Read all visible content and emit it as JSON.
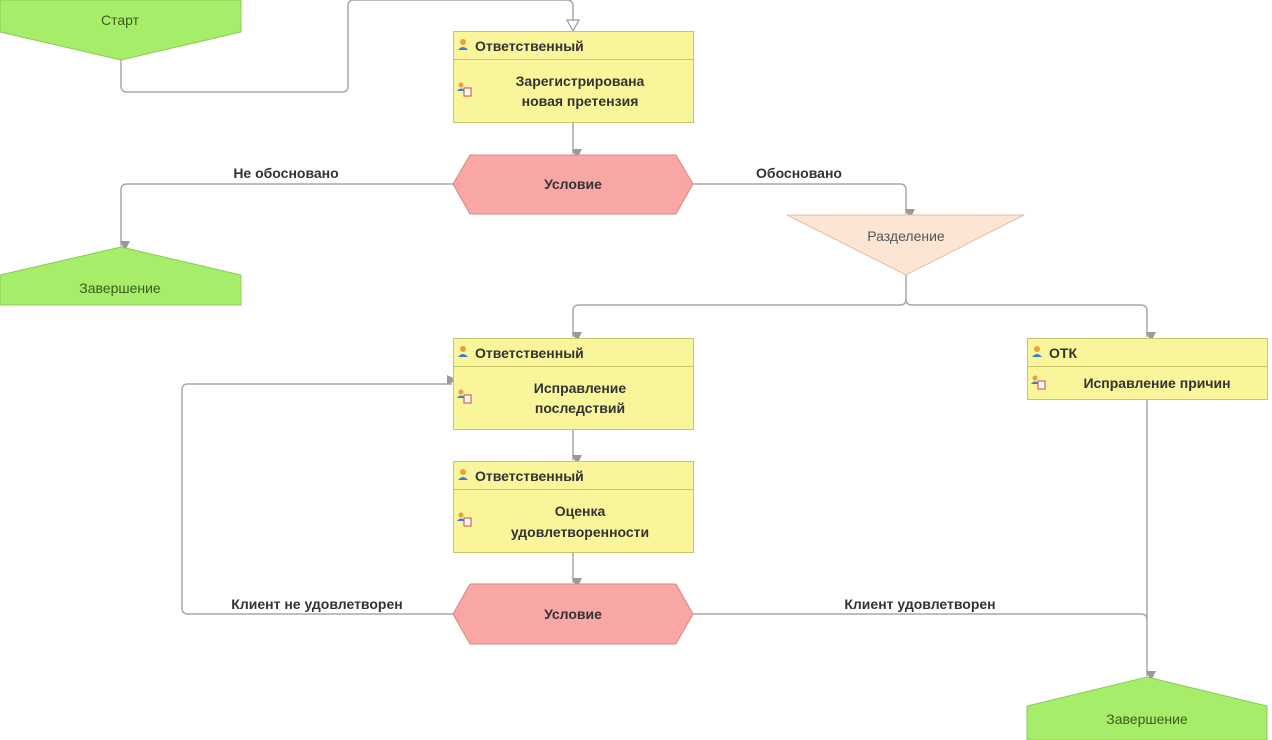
{
  "colors": {
    "start_end": "#a6ee6a",
    "task": "#f8f59a",
    "condition": "#f8a7a4",
    "split": "#fde5d4",
    "edge": "#a8a8a8"
  },
  "nodes": {
    "start": {
      "label": "Старт"
    },
    "task_register": {
      "performer": "Ответственный",
      "title": "Зарегистрирована новая претензия",
      "title_lines": [
        "Зарегистрирована",
        "новая претензия"
      ]
    },
    "condition_1": {
      "label": "Условие"
    },
    "end_1": {
      "label": "Завершение"
    },
    "split": {
      "label": "Разделение"
    },
    "task_fix_consequences": {
      "performer": "Ответственный",
      "title_lines": [
        "Исправление",
        "последствий"
      ]
    },
    "task_fix_causes": {
      "performer": "ОТК",
      "title_lines": [
        "Исправление причин"
      ]
    },
    "task_satisfaction": {
      "performer": "Ответственный",
      "title_lines": [
        "Оценка",
        "удовлетворенности"
      ]
    },
    "condition_2": {
      "label": "Условие"
    },
    "end_2": {
      "label": "Завершение"
    }
  },
  "edges": {
    "not_justified": "Не обосновано",
    "justified": "Обосновано",
    "client_not_satisfied": "Клиент не удовлетворен",
    "client_satisfied": "Клиент удовлетворен"
  }
}
